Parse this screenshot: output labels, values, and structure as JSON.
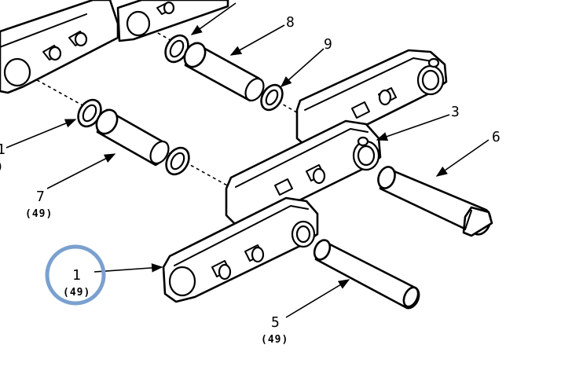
{
  "colors": {
    "line": "#000000",
    "highlight_ring": "#7aa0cf",
    "background": "#ffffff"
  },
  "callouts": [
    {
      "id": "1",
      "label": "1",
      "qty": "(49)"
    },
    {
      "id": "3",
      "label": "3",
      "qty": ""
    },
    {
      "id": "5",
      "label": "5",
      "qty": "(49)"
    },
    {
      "id": "6",
      "label": "6",
      "qty": ""
    },
    {
      "id": "7",
      "label": "7",
      "qty": "(49)"
    },
    {
      "id": "8",
      "label": "8",
      "qty": ""
    },
    {
      "id": "9",
      "label": "9",
      "qty": ""
    },
    {
      "id": "11",
      "label": "1",
      "qty": ")"
    }
  ],
  "highlighted_callout": "1"
}
